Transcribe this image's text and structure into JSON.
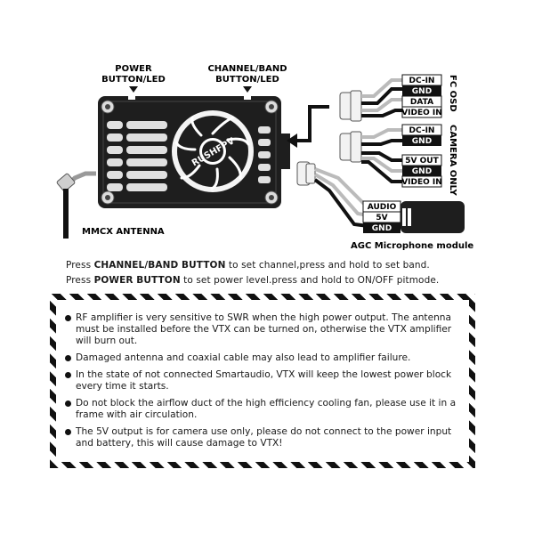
{
  "labels": {
    "power_button_led": [
      "POWER",
      "BUTTON/LED"
    ],
    "channel_band_button_led": [
      "CHANNEL/BAND",
      "BUTTON/LED"
    ],
    "mmcx_antenna": "MMCX ANTENNA",
    "fc_osd": "FC OSD",
    "camera_only": "CAMERA ONLY",
    "agc_module": "AGC Microphone module",
    "brand": "RUSHFPV"
  },
  "connectors": {
    "fc_osd_pins": [
      "DC-IN",
      "GND",
      "DATA",
      "VIDEO IN"
    ],
    "camera_pins": [
      "DC-IN",
      "GND",
      "5V OUT",
      "GND",
      "VIDEO IN"
    ],
    "mic_pins": [
      "AUDIO",
      "5V",
      "GND"
    ]
  },
  "instructions": [
    {
      "pre": "Press ",
      "bold": "CHANNEL/BAND BUTTON",
      "post": " to set channel,press and hold to set band."
    },
    {
      "pre": "Press ",
      "bold": "POWER BUTTON",
      "post": " to set power level.press and hold to ON/OFF pitmode."
    }
  ],
  "warnings": [
    "RF amplifier is very sensitive to SWR when the high power output. The antenna must be installed before the VTX can be turned on, otherwise the VTX amplifier will burn out.",
    "Damaged antenna and coaxial cable may also lead to amplifier failure.",
    "In the state of not connected Smartaudio, VTX will keep the lowest power block every time it starts.",
    "Do not block the airflow duct of the high efficiency cooling fan, please use it in a frame with air circulation.",
    "The 5V output is for camera use only, please do not connect to the power input and battery, this will cause damage to VTX!"
  ],
  "colors": {
    "line": "#111111",
    "wire_gray": "#bbbbbb",
    "board": "#1e1e1e"
  }
}
